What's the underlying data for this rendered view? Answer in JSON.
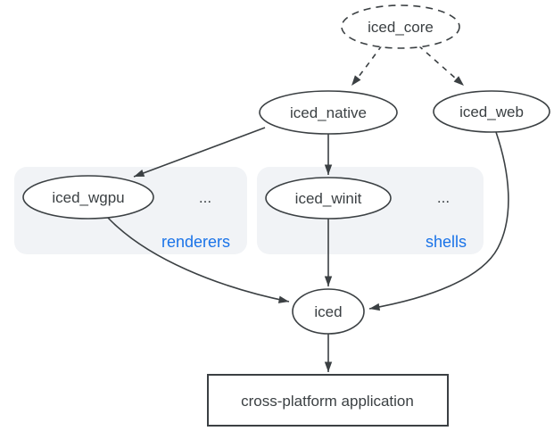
{
  "diagram": {
    "nodes": {
      "iced_core": {
        "label": "iced_core",
        "shape": "ellipse",
        "border": "dashed"
      },
      "iced_native": {
        "label": "iced_native",
        "shape": "ellipse",
        "border": "solid"
      },
      "iced_web": {
        "label": "iced_web",
        "shape": "ellipse",
        "border": "solid"
      },
      "iced_wgpu": {
        "label": "iced_wgpu",
        "shape": "ellipse",
        "border": "solid"
      },
      "iced_winit": {
        "label": "iced_winit",
        "shape": "ellipse",
        "border": "solid"
      },
      "iced": {
        "label": "iced",
        "shape": "ellipse",
        "border": "solid"
      },
      "app": {
        "label": "cross-platform application",
        "shape": "rect",
        "border": "solid"
      }
    },
    "groups": {
      "renderers": {
        "label": "renderers",
        "more": "..."
      },
      "shells": {
        "label": "shells",
        "more": "..."
      }
    },
    "edges": [
      {
        "from": "iced_core",
        "to": "iced_native",
        "style": "dashed"
      },
      {
        "from": "iced_core",
        "to": "iced_web",
        "style": "dashed"
      },
      {
        "from": "iced_native",
        "to": "iced_wgpu",
        "style": "solid"
      },
      {
        "from": "iced_native",
        "to": "iced_winit",
        "style": "solid"
      },
      {
        "from": "iced_wgpu",
        "to": "iced",
        "style": "solid"
      },
      {
        "from": "iced_winit",
        "to": "iced",
        "style": "solid"
      },
      {
        "from": "iced_web",
        "to": "iced",
        "style": "solid"
      },
      {
        "from": "iced",
        "to": "app",
        "style": "solid"
      }
    ],
    "colors": {
      "node_stroke": "#3b4043",
      "node_text": "#3b4043",
      "group_fill": "#f1f3f6",
      "group_label_text": "#1a73e8",
      "canvas": "#ffffff"
    }
  }
}
